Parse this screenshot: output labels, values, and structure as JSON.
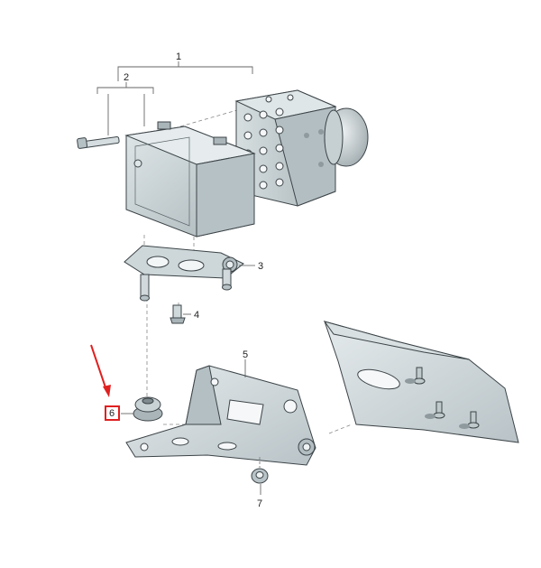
{
  "callouts": {
    "c1": "1",
    "c2": "2",
    "c3": "3",
    "c4": "4",
    "c5": "5",
    "c6": "6",
    "c7": "7"
  },
  "colors": {
    "part_fill": "#c9d3d6",
    "part_dark": "#9aa7ab",
    "outline": "#3c4448",
    "highlight_marker": "#e02020",
    "arrow": "#e02020"
  },
  "highlighted_callout": "6"
}
